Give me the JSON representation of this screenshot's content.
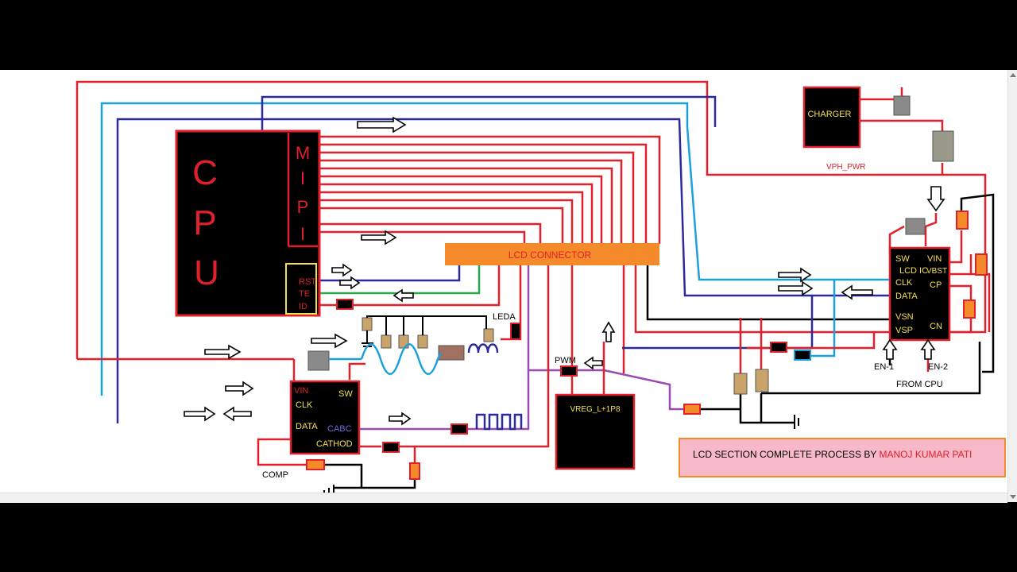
{
  "blocks": {
    "cpu": {
      "title_letters": [
        "C",
        "P",
        "U"
      ],
      "mipi_letters": [
        "M",
        "I",
        "P",
        "I"
      ],
      "pins": [
        "RST",
        "TE",
        "ID"
      ]
    },
    "charger": {
      "label": "CHARGER"
    },
    "lcd_connector": {
      "label": "LCD CONNECTOR"
    },
    "lcd_ic": {
      "title": "LCD IC",
      "pins_left": [
        "SW",
        "CLK",
        "DATA",
        "VSN",
        "VSP"
      ],
      "pins_right": [
        "VIN",
        "VBST",
        "CP",
        "CN"
      ]
    },
    "backlight_ic": {
      "pins_left": [
        "VIN",
        "CLK",
        "DATA"
      ],
      "pins_right": [
        "SW",
        "CABC",
        "CATHOD"
      ]
    },
    "vreg": {
      "label": "VREG_L+1P8"
    }
  },
  "labels": {
    "vph_pwr": "VPH_PWR",
    "leda": "LEDA",
    "pwm": "PWM",
    "comp": "COMP",
    "en1": "EN-1",
    "en2": "EN-2",
    "from_cpu": "FROM CPU"
  },
  "title_box": {
    "prefix": "LCD SECTION COMPLETE PROCESS BY ",
    "author": "MANOJ KUMAR PATI"
  },
  "colors": {
    "power": "#e0202a",
    "clock": "#1aa0dc",
    "data": "#2a2a9e",
    "te": "#2aa84a",
    "ground": "#000000",
    "pwm": "#9a4bb0",
    "connector": "#f58a2a",
    "title_bg": "#f7b8c8"
  }
}
